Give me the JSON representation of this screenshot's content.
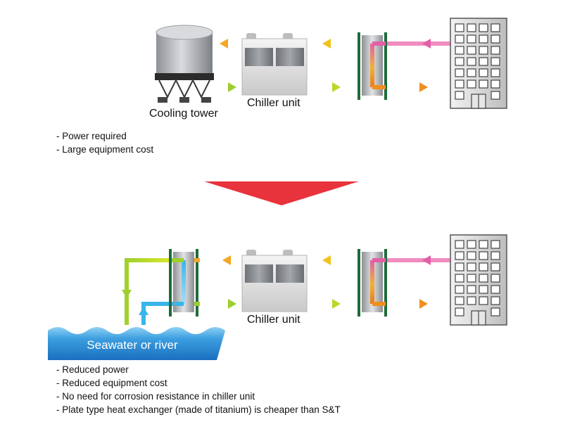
{
  "top_system": {
    "cooling_tower_label": "Cooling tower",
    "chiller_label": "Chiller unit",
    "notes": [
      "- Power required",
      "- Large equipment cost"
    ]
  },
  "bottom_system": {
    "chiller_label": "Chiller unit",
    "water_source_label": "Seawater or river",
    "notes": [
      "- Reduced power",
      "- Reduced equipment cost",
      "- No need for corrosion resistance in chiller unit",
      "- Plate type heat exchanger (made of titanium) is cheaper than S&T"
    ]
  },
  "colors": {
    "transition_arrow": "#e8323c",
    "hot_pipe": "#f5a623",
    "warm_pipe": "#e6e619",
    "cool_pipe": "#9ccf2e",
    "building_loop": "#f08cc0",
    "seawater": "#2f8fd6",
    "exchanger_plate": "#1e6b3a"
  }
}
